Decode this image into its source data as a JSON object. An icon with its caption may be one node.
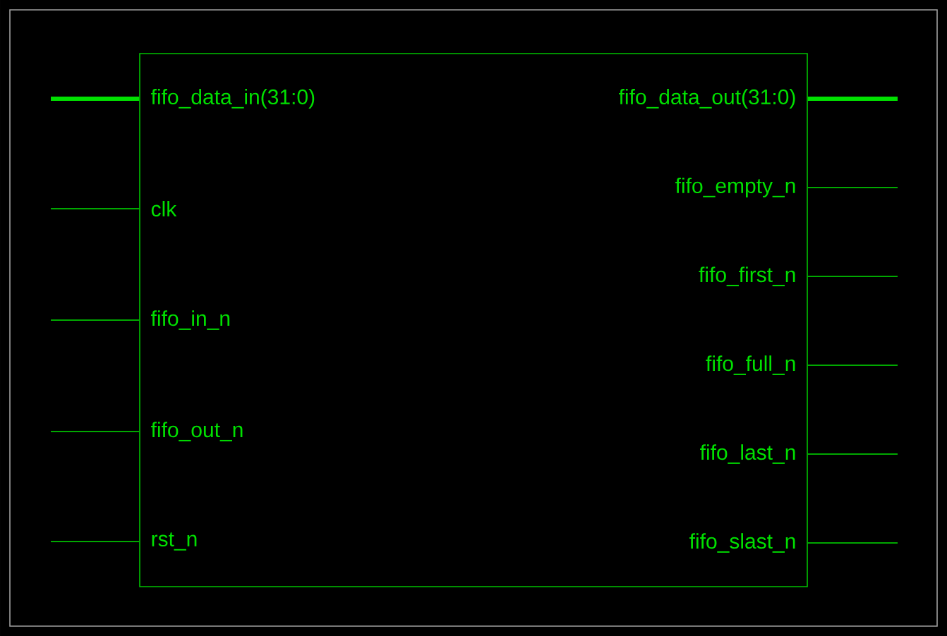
{
  "diagram": {
    "nodes": [
      {
        "text": [],
        "shape": "box"
      },
      {
        "text": [
          "fifo_data_in(31:0)"
        ],
        "in": 0
      },
      {
        "text": [
          "fifo_data_out(31:0)"
        ],
        "in": 0
      },
      {
        "text": [
          "clk"
        ],
        "in": 0
      },
      {
        "text": [
          "fifo_empty_n"
        ],
        "in": 0
      },
      {
        "text": [
          "fifo_first_n"
        ],
        "in": 0
      },
      {
        "text": [
          "fifo_in_n"
        ],
        "in": 0
      },
      {
        "text": [
          "fifo_full_n"
        ],
        "in": 0
      },
      {
        "text": [
          "fifo_out_n"
        ],
        "in": 0
      },
      {
        "text": [
          "fifo_last_n"
        ],
        "in": 0
      },
      {
        "text": [
          "rst_n"
        ],
        "in": 0
      },
      {
        "text": [
          "fifo_slast_n"
        ],
        "in": 0
      }
    ],
    "edges": [
      {
        "from": null,
        "to": 1,
        "arrow": "none",
        "style": "thick"
      },
      {
        "from": null,
        "to": 3,
        "arrow": "none"
      },
      {
        "from": null,
        "to": 6,
        "arrow": "none"
      },
      {
        "from": null,
        "to": 8,
        "arrow": "none"
      },
      {
        "from": null,
        "to": 10,
        "arrow": "none"
      },
      {
        "from": 2,
        "to": null,
        "arrow": "none",
        "style": "thick"
      },
      {
        "from": 4,
        "to": null,
        "arrow": "none"
      },
      {
        "from": 5,
        "to": null,
        "arrow": "none"
      },
      {
        "from": 7,
        "to": null,
        "arrow": "none"
      },
      {
        "from": 9,
        "to": null,
        "arrow": "none"
      },
      {
        "from": 11,
        "to": null,
        "arrow": "none"
      }
    ]
  }
}
